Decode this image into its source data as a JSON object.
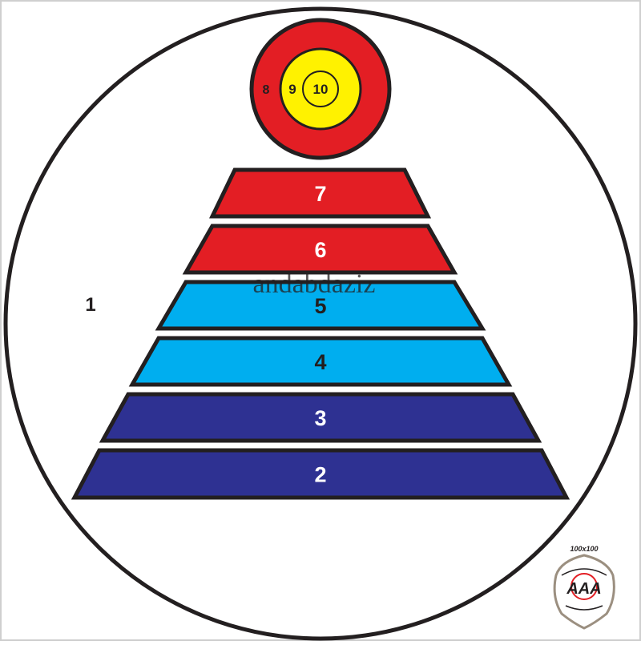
{
  "outer_zone_label": "1",
  "bullseye": {
    "labels": [
      "8",
      "9",
      "10"
    ],
    "colors": {
      "outer": "#e31e24",
      "middle": "#fff200",
      "inner": "#fff200"
    }
  },
  "bands": [
    {
      "label": "7",
      "color": "#e31e24",
      "text_color": "#ffffff"
    },
    {
      "label": "6",
      "color": "#e31e24",
      "text_color": "#ffffff"
    },
    {
      "label": "5",
      "color": "#00aeef",
      "text_color": "#231f20"
    },
    {
      "label": "4",
      "color": "#00aeef",
      "text_color": "#231f20"
    },
    {
      "label": "3",
      "color": "#2e3192",
      "text_color": "#ffffff"
    },
    {
      "label": "2",
      "color": "#2e3192",
      "text_color": "#ffffff"
    }
  ],
  "watermark": "andabdaziz",
  "logo": {
    "size_text": "100x100",
    "letters": "AAA"
  },
  "colors": {
    "outline": "#231f20",
    "background": "#ffffff"
  }
}
